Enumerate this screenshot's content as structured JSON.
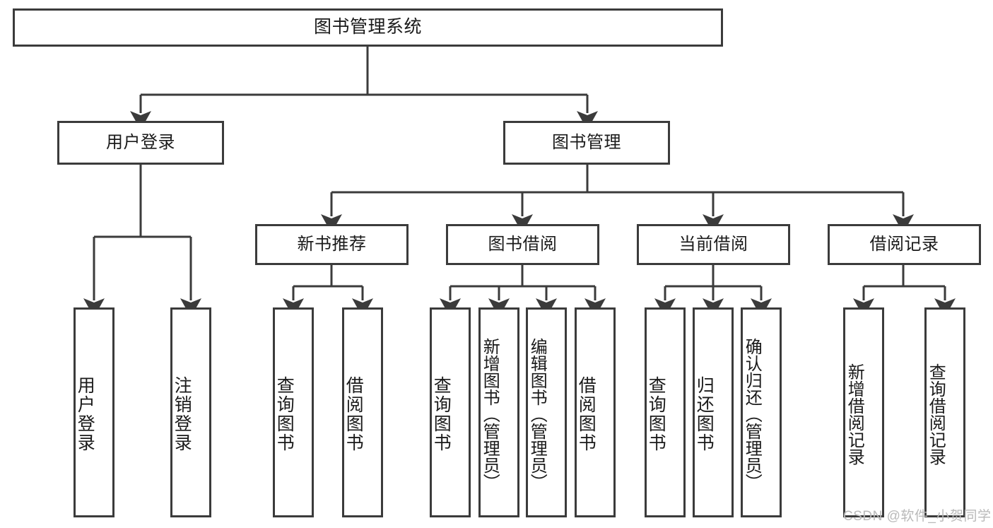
{
  "diagram": {
    "type": "hierarchy-tree",
    "title": "图书管理系统",
    "colors": {
      "box_border": "#3b3b3b",
      "box_fill": "#ffffff",
      "edge": "#3b3b3b",
      "text": "#1a1a1a",
      "watermark": "#b9b9b9",
      "background": "#ffffff"
    },
    "root": {
      "label": "图书管理系统"
    },
    "level2": [
      {
        "label": "用户登录"
      },
      {
        "label": "图书管理"
      }
    ],
    "level3": [
      {
        "label": "新书推荐"
      },
      {
        "label": "图书借阅"
      },
      {
        "label": "当前借阅"
      },
      {
        "label": "借阅记录"
      }
    ],
    "leaves": {
      "user_login": [
        {
          "label": "用户登录"
        },
        {
          "label": "注销登录"
        }
      ],
      "new_book": [
        {
          "label": "查询图书"
        },
        {
          "label": "借阅图书"
        }
      ],
      "book_borrow": [
        {
          "label": "查询图书"
        },
        {
          "label": "新增图书（管理员）"
        },
        {
          "label": "编辑图书（管理员）"
        },
        {
          "label": "借阅图书"
        }
      ],
      "current_borrow": [
        {
          "label": "查询图书"
        },
        {
          "label": "归还图书"
        },
        {
          "label": "确认归还（管理员）"
        }
      ],
      "borrow_record": [
        {
          "label": "新增借阅记录"
        },
        {
          "label": "查询借阅记录"
        }
      ]
    },
    "watermark": "CSDN @软件_小贺同学"
  }
}
